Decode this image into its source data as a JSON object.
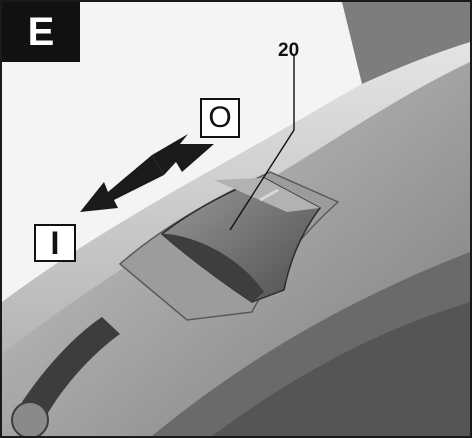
{
  "figure": {
    "panel_letter": "E",
    "callout_label": "20",
    "off_symbol": "O",
    "on_symbol": "I"
  },
  "colors": {
    "panel_box": "#111111",
    "housing_dark": "#5f5f5f",
    "housing_mid": "#8e8e8e",
    "housing_light": "#c9c9c9",
    "arrow": "#1a1a1a"
  }
}
